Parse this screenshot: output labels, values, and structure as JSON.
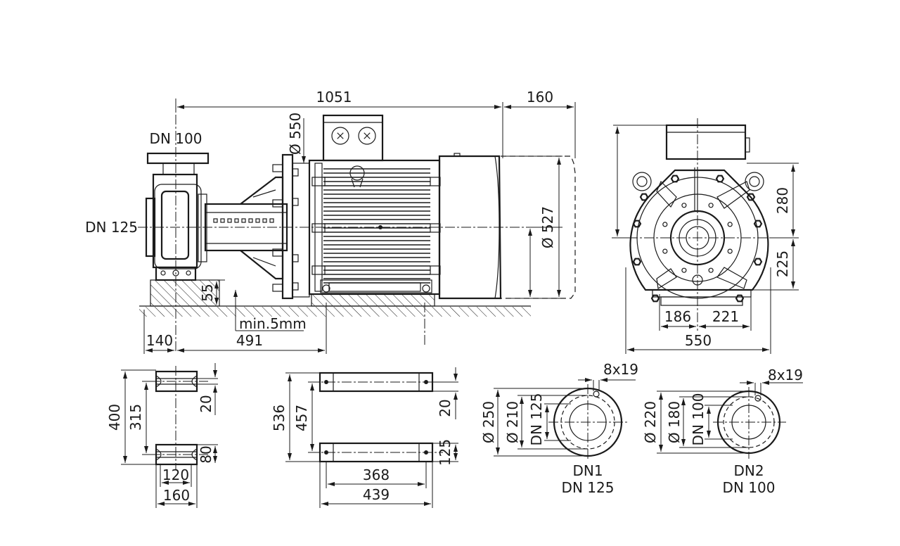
{
  "side_view": {
    "overall_length": "1051",
    "motor_overhang": "160",
    "flange_diameter": "Ø 550",
    "discharge_flange": "DN 100",
    "suction_flange": "DN 125",
    "motor_diameter": "Ø 527",
    "foot_height": "55",
    "min_gap": "min.5mm",
    "left_offset": "140",
    "foot_distance": "491"
  },
  "end_view": {
    "upper_height": "280",
    "lower_height": "225",
    "left_width": "186",
    "right_width": "221",
    "overall_width": "550"
  },
  "pump_foot": {
    "overall_depth": "400",
    "hole_spacing": "315",
    "slot_height": "20",
    "foot_height": "80",
    "hole_width": "120",
    "foot_width": "160"
  },
  "motor_foot": {
    "overall_depth": "536",
    "hole_spacing": "457",
    "slot_height": "20",
    "foot_height": "125",
    "hole_width": "368",
    "foot_width": "439"
  },
  "flanges": [
    {
      "outer_diameter": "Ø 250",
      "bolt_circle": "Ø 210",
      "bore": "DN 125",
      "holes": "8x19",
      "label": "DN1",
      "size": "DN 125"
    },
    {
      "outer_diameter": "Ø 220",
      "bolt_circle": "Ø 180",
      "bore": "DN 100",
      "holes": "8x19",
      "label": "DN2",
      "size": "DN 100"
    }
  ]
}
